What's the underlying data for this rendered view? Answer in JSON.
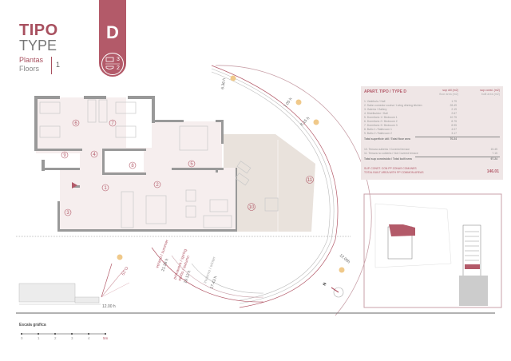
{
  "header": {
    "tipo_label": "TIPO",
    "type_label": "TYPE",
    "plantas_label": "Plantas",
    "floors_label": "Floors",
    "floor_number": "1",
    "type_letter": "D",
    "bedrooms": "3",
    "bathrooms": "2",
    "accent_color": "#b35a69"
  },
  "area_table": {
    "title": "APART. TIPO / TYPE D",
    "col1_header": "sup útil (m2)",
    "col1_sub": "floor area (m2)",
    "col2_header": "sup const. (m2)",
    "col2_sub": "built area (m2)",
    "rooms": [
      {
        "label": "1. Vestíbulo / Hall",
        "value": "1.79"
      },
      {
        "label": "2. Salón comedor cocina / Living dinning kitchen",
        "value": "28.49"
      },
      {
        "label": "3. Galería / Gallery",
        "value": "2.19"
      },
      {
        "label": "4. Distribuidor / Hall",
        "value": "2.67"
      },
      {
        "label": "5. Dormitorio 1 / Bedroom 1",
        "value": "10.75"
      },
      {
        "label": "6. Dormitorio 2 / Bedroom 2",
        "value": "8.75"
      },
      {
        "label": "7. Dormitorio 3 / Bedroom 3",
        "value": "8.95"
      },
      {
        "label": "8. Baño 1 / Bathroom 1",
        "value": "4.07"
      },
      {
        "label": "9. Baño 2 / Bathroom 2",
        "value": "3.17"
      }
    ],
    "total_floor_label": "Total superficie útil / Total floor area",
    "total_floor_value": "70.24",
    "terraces": [
      {
        "label": "10. Terraza cubierta / Covered terrace",
        "value": "15.45"
      },
      {
        "label": "11. Terraza no cubierta / Not Covered terrace",
        "value": "7.15"
      }
    ],
    "total_built_label": "Total sup construida / Total built area",
    "total_built_value": "97.24",
    "common_label_1": "SUP. CONST. CON PP ZONAS COMUNES",
    "common_label_2": "TOTAL BUILT AREA WITH PP COMMON AREAS",
    "common_value": "146.01"
  },
  "plan": {
    "room_numbers": [
      "1",
      "2",
      "3",
      "4",
      "5",
      "6",
      "7",
      "8",
      "9",
      "10",
      "11"
    ]
  },
  "sun": {
    "times": [
      "6.36 h",
      "7.05 h",
      "8.15 h",
      "12.00h"
    ],
    "seasons": [
      {
        "label": "verano / summer",
        "time": "21.28 h"
      },
      {
        "label": "primavera / spring otoño / autumn",
        "time": "19.12 h"
      },
      {
        "label": "invierno / winter",
        "time": "17.43 h"
      }
    ],
    "noon_label": "12.00 h",
    "angle_label": "51°O",
    "north_label": "N"
  },
  "scale": {
    "title": "Escala gráfica",
    "ticks": [
      "0",
      "1",
      "2",
      "3",
      "4",
      "5m"
    ]
  }
}
